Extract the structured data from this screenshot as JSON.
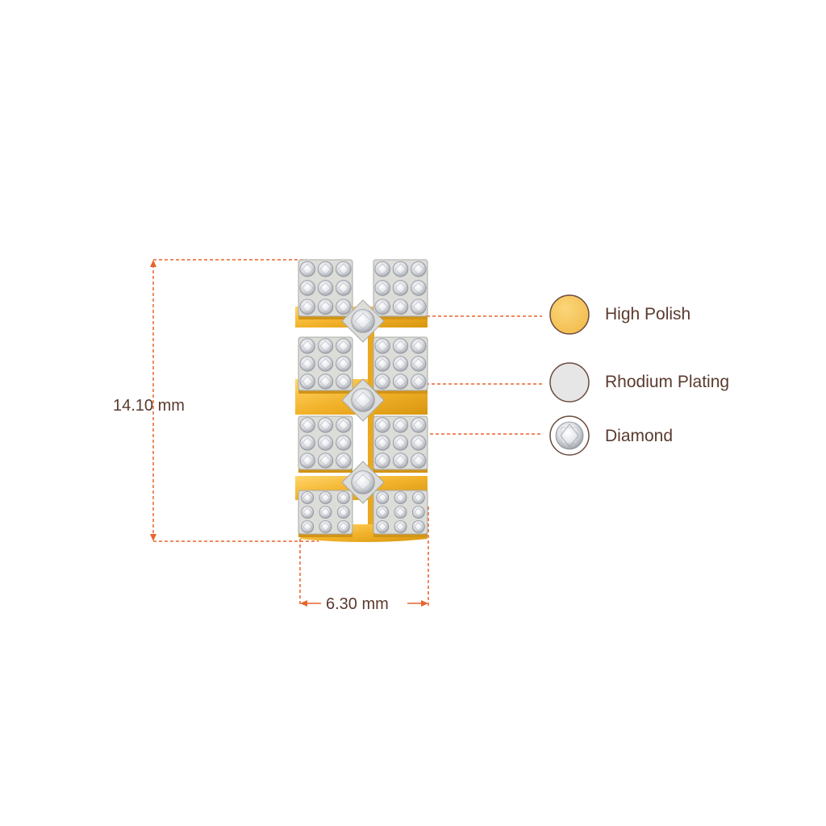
{
  "dimensions": {
    "height": "14.10 mm",
    "width": "6.30 mm"
  },
  "legend": [
    {
      "label": "High Polish",
      "swatch": "gold-swatch",
      "color": "#f8c85c"
    },
    {
      "label": "Rhodium Plating",
      "swatch": "silver-swatch",
      "color": "#e6e6e6"
    },
    {
      "label": "Diamond",
      "swatch": "diamond-swatch",
      "color": "#ffffff"
    }
  ],
  "colors": {
    "dimension_line": "#e8642c",
    "text": "#5a3a2e",
    "swatch_border": "#6b4a3e",
    "gold": "#f5b82e",
    "gold_dark": "#d99a18",
    "metal_white": "#d9d9d6"
  }
}
